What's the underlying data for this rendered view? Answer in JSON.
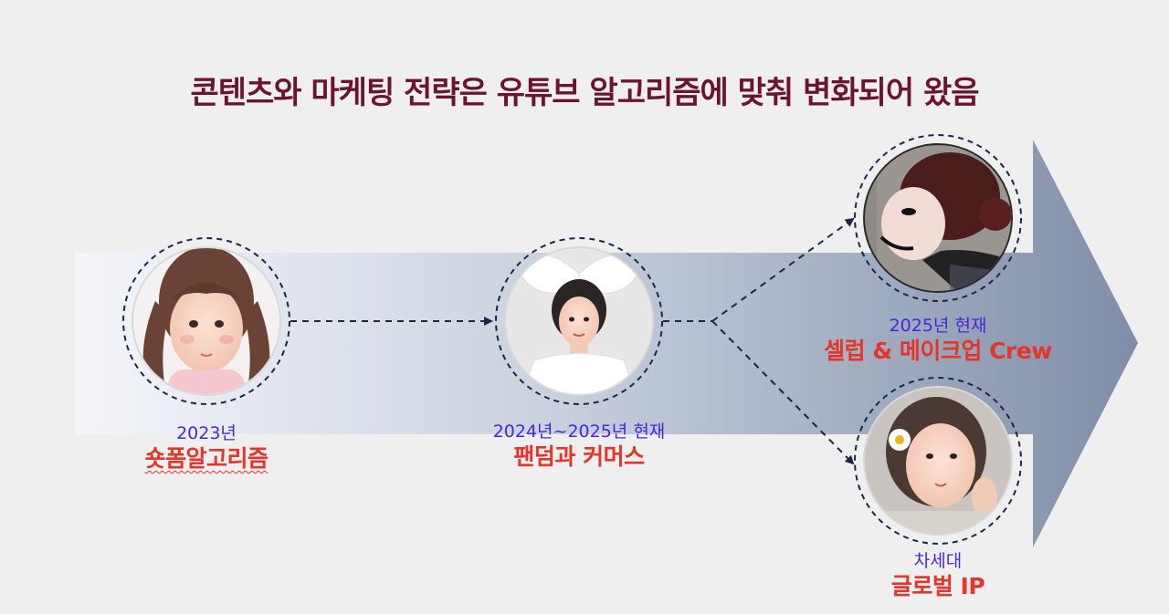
{
  "title": "콘텐츠와 마케팅 전략은 유튜브 알고리즘에 맞춰 변화되어 왔음",
  "stages": [
    {
      "year": "2023년",
      "label": "숏폼알고리즘",
      "portrait": "girl-pigtails-photo"
    },
    {
      "year": "2024년~2025년 현재",
      "label": "팬덤과 커머스",
      "portrait": "girl-white-bow-photo"
    },
    {
      "year": "2025년 현재",
      "label": "셀럽 & 메이크업 Crew",
      "portrait": "girl-dark-makeup-photo"
    },
    {
      "year": "차세대",
      "label": "글로벌 IP",
      "portrait": "girl-flower-hairpin-photo"
    }
  ],
  "colors": {
    "title": "#6b1330",
    "year": "#4a27d6",
    "label": "#e5352a",
    "arrow_dark": "#7f8ea8",
    "connector": "#1d2447"
  }
}
